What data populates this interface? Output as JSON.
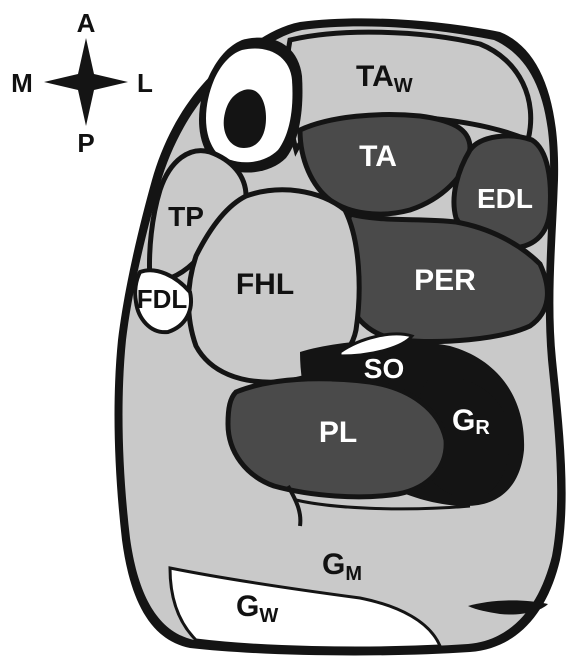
{
  "compass": {
    "anterior": "A",
    "posterior": "P",
    "medial": "M",
    "lateral": "L"
  },
  "labels": {
    "taw_main": "TA",
    "taw_sub": "W",
    "ta": "TA",
    "edl": "EDL",
    "tp": "TP",
    "fhl": "FHL",
    "per": "PER",
    "fdl": "FDL",
    "so": "SO",
    "pl": "PL",
    "gr_main": "G",
    "gr_sub": "R",
    "gm_main": "G",
    "gm_sub": "M",
    "gw_main": "G",
    "gw_sub": "W"
  },
  "colors": {
    "light_muscle": "#c9c9c9",
    "dark_muscle": "#4a4a4a",
    "black": "#0d0d0d",
    "outline": "#141414",
    "white": "#ffffff"
  }
}
